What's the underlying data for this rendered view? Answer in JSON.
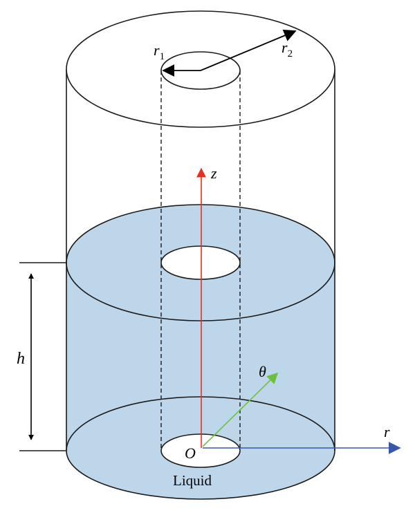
{
  "labels": {
    "r1_base": "r",
    "r1_sub": "1",
    "r2_base": "r",
    "r2_sub": "2",
    "z_axis": "z",
    "h_height": "h",
    "theta_axis": "θ",
    "r_axis": "r",
    "origin": "O",
    "liquid": "Liquid"
  },
  "colors": {
    "liquid_fill": "#bdd6ea",
    "z_axis": "#e53020",
    "r_axis": "#3a56a8",
    "theta_axis": "#6cc040",
    "outline": "#1a1a1a"
  }
}
